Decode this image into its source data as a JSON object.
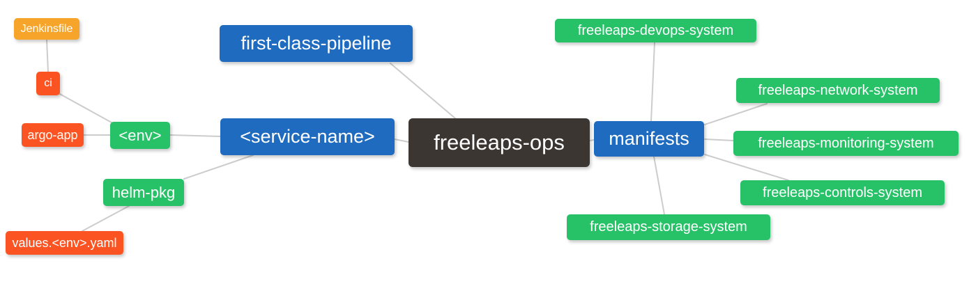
{
  "diagram": {
    "type": "mindmap",
    "root_label": "freeleaps-ops",
    "palette": {
      "orange": "#f7a42a",
      "red_orange": "#fb5321",
      "green": "#27c268",
      "blue": "#1f6bbf",
      "dark": "#3b3632",
      "edge_line": "#cccccc",
      "node_text": "#ffffff",
      "background": "#ffffff"
    },
    "nodes": [
      {
        "id": "jenkinsfile",
        "label": "Jenkinsfile",
        "color": "orange"
      },
      {
        "id": "ci",
        "label": "ci",
        "color": "red_orange"
      },
      {
        "id": "argo-app",
        "label": "argo-app",
        "color": "red_orange"
      },
      {
        "id": "env",
        "label": "<env>",
        "color": "green"
      },
      {
        "id": "helm-pkg",
        "label": "helm-pkg",
        "color": "green"
      },
      {
        "id": "values-env-yaml",
        "label": "values.<env>.yaml",
        "color": "red_orange"
      },
      {
        "id": "first-class-pipeline",
        "label": "first-class-pipeline",
        "color": "blue"
      },
      {
        "id": "service-name",
        "label": "<service-name>",
        "color": "blue"
      },
      {
        "id": "freeleaps-ops",
        "label": "freeleaps-ops",
        "color": "dark"
      },
      {
        "id": "manifests",
        "label": "manifests",
        "color": "blue"
      },
      {
        "id": "freeleaps-devops-system",
        "label": "freeleaps-devops-system",
        "color": "green"
      },
      {
        "id": "freeleaps-network-system",
        "label": "freeleaps-network-system",
        "color": "green"
      },
      {
        "id": "freeleaps-monitoring-system",
        "label": "freeleaps-monitoring-system",
        "color": "green"
      },
      {
        "id": "freeleaps-controls-system",
        "label": "freeleaps-controls-system",
        "color": "green"
      },
      {
        "id": "freeleaps-storage-system",
        "label": "freeleaps-storage-system",
        "color": "green"
      }
    ],
    "edges": [
      {
        "from": "Jenkinsfile",
        "to": "ci"
      },
      {
        "from": "ci",
        "to": "<env>"
      },
      {
        "from": "argo-app",
        "to": "<env>"
      },
      {
        "from": "<env>",
        "to": "<service-name>"
      },
      {
        "from": "helm-pkg",
        "to": "<service-name>"
      },
      {
        "from": "values.<env>.yaml",
        "to": "helm-pkg"
      },
      {
        "from": "first-class-pipeline",
        "to": "freeleaps-ops"
      },
      {
        "from": "<service-name>",
        "to": "freeleaps-ops"
      },
      {
        "from": "freeleaps-ops",
        "to": "manifests"
      },
      {
        "from": "manifests",
        "to": "freeleaps-devops-system"
      },
      {
        "from": "manifests",
        "to": "freeleaps-network-system"
      },
      {
        "from": "manifests",
        "to": "freeleaps-monitoring-system"
      },
      {
        "from": "manifests",
        "to": "freeleaps-controls-system"
      },
      {
        "from": "manifests",
        "to": "freeleaps-storage-system"
      }
    ]
  }
}
